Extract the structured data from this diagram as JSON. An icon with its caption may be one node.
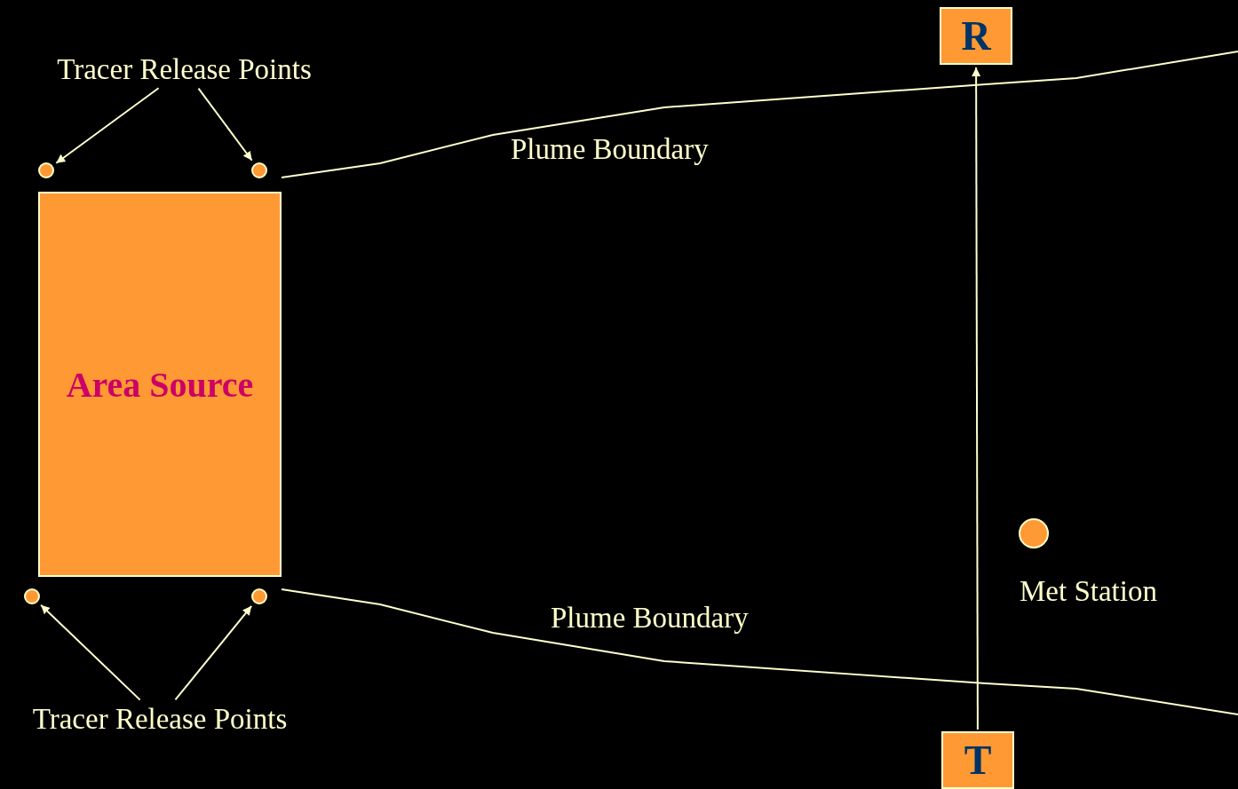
{
  "diagram": {
    "nodes": [
      {
        "text": [
          "Tracer Release Points"
        ]
      },
      {
        "text": [],
        "shape": "circle"
      },
      {
        "text": [],
        "shape": "circle"
      },
      {
        "text": [
          "R"
        ]
      },
      {
        "text": [
          "Area Source"
        ]
      },
      {
        "text": [],
        "shape": "circle",
        "beside": [
          "Met Station"
        ]
      },
      {
        "text": [],
        "shape": "circle"
      },
      {
        "text": [],
        "shape": "circle"
      },
      {
        "text": [
          "Tracer Release Points"
        ]
      },
      {
        "text": [
          "T"
        ]
      }
    ],
    "edges": [
      {
        "from": 0,
        "to": 1,
        "arrow": "to"
      },
      {
        "from": 0,
        "to": 2,
        "arrow": "to"
      },
      {
        "from": 8,
        "to": 6,
        "arrow": "to"
      },
      {
        "from": 8,
        "to": 7,
        "arrow": "to"
      },
      {
        "from": 9,
        "to": 3,
        "arrow": "to"
      }
    ],
    "labels": [
      "Plume Boundary",
      "Plume Boundary"
    ]
  }
}
